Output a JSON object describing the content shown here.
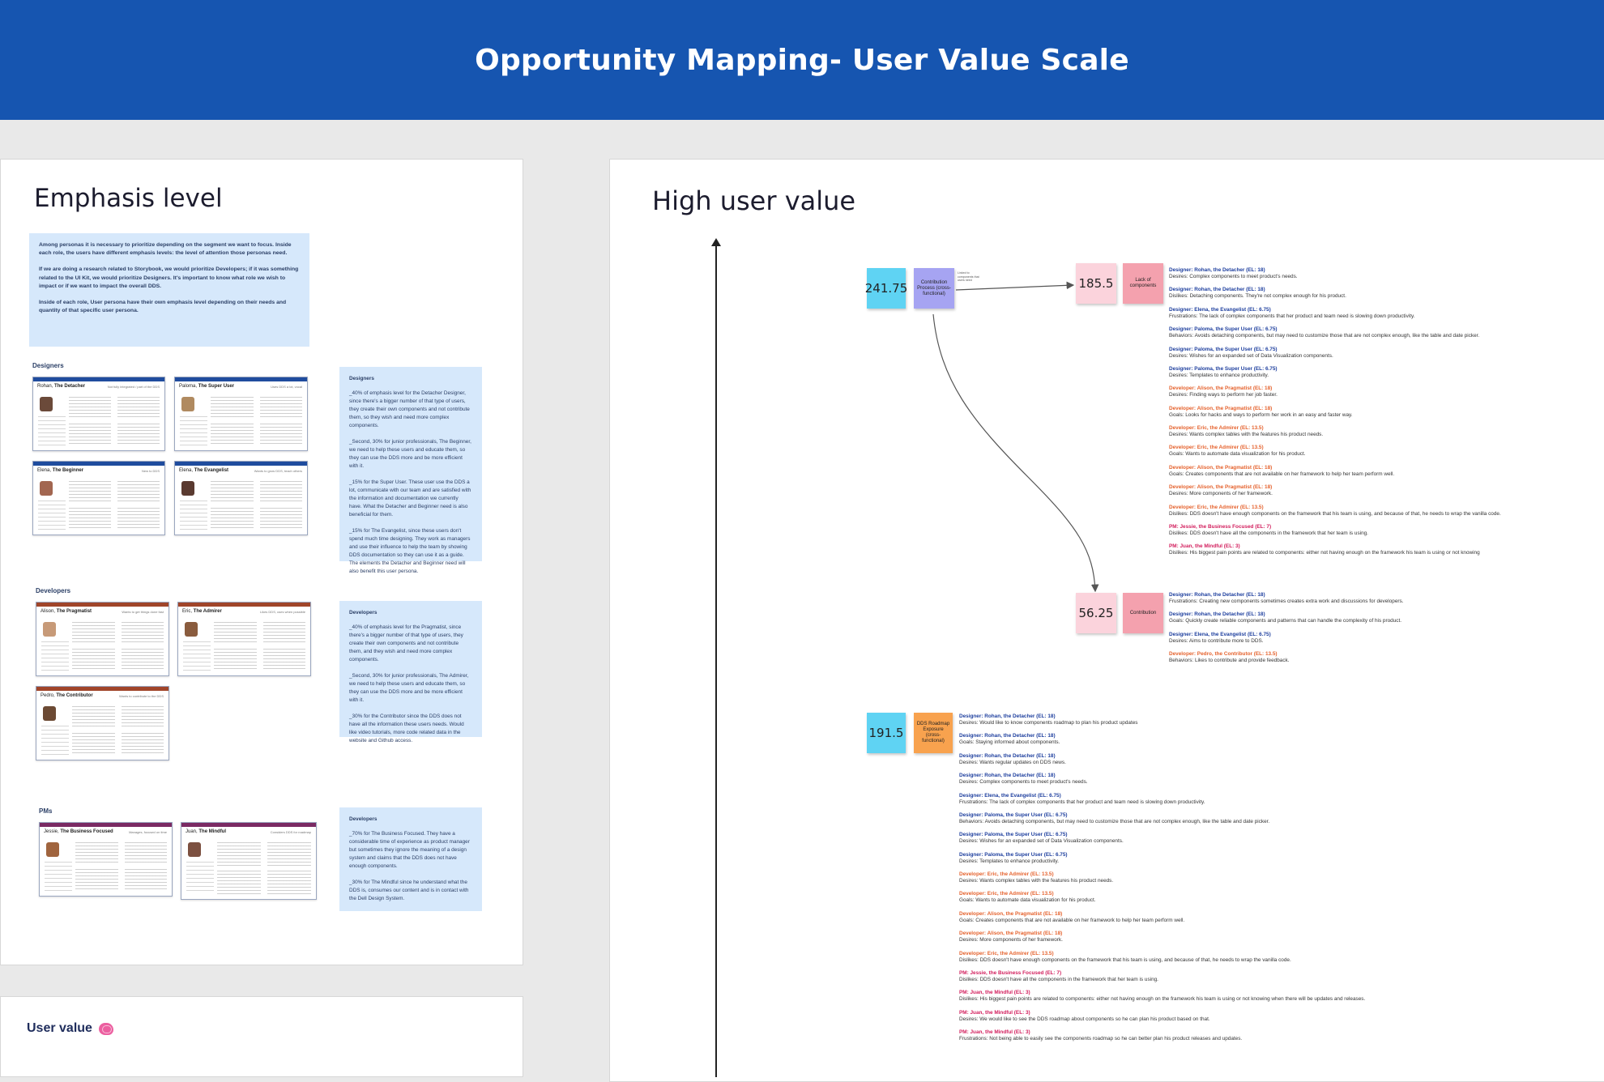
{
  "header": {
    "title": "Opportunity Mapping- User Value Scale"
  },
  "emphasis": {
    "title": "Emphasis level",
    "intro": [
      "Among personas it is necessary to prioritize depending on the segment we want to focus. Inside each role, the users have different emphasis levels: the level of attention those personas need.",
      "If we are doing a research related to Storybook, we would prioritize Developers; if it was something related to the UI Kit, we would prioritize Designers. It's important to know what role we wish to impact or if we want to impact the overall DDS.",
      "Inside of each role, User persona have their own emphasis level depending on their needs and quantity of that specific user persona."
    ],
    "groups": [
      {
        "label": "Designers"
      },
      {
        "label": "Developers"
      },
      {
        "label": "PMs"
      }
    ],
    "personas": [
      {
        "first": "Rohan,",
        "name": "The Detacher",
        "tag": "Not fully integrated / part of the DDS"
      },
      {
        "first": "Paloma,",
        "name": "The Super User",
        "tag": "Uses DDS a lot, vocal"
      },
      {
        "first": "Elena,",
        "name": "The Beginner",
        "tag": "New to DDS"
      },
      {
        "first": "Elena,",
        "name": "The Evangelist",
        "tag": "Wants to grow DDS, teach others"
      },
      {
        "first": "Alison,",
        "name": "The Pragmatist",
        "tag": "Wants to get things done fast"
      },
      {
        "first": "Eric,",
        "name": "The Admirer",
        "tag": "Likes DDS, uses when possible"
      },
      {
        "first": "Pedro,",
        "name": "The Contributor",
        "tag": "Wants to contribute to the DDS"
      },
      {
        "first": "Jessie,",
        "name": "The Business Focused",
        "tag": "Manages, focused on time"
      },
      {
        "first": "Juan,",
        "name": "The Mindful",
        "tag": "Considers DDS for roadmap"
      }
    ],
    "side_notes": [
      {
        "title": "Designers",
        "paras": [
          "_40% of emphasis level for the Detacher Designer, since there's a bigger number of that type of users, they create their own components and not contribute them, so they wish and need more complex components.",
          "_Second, 30% for junior professionals, The Beginner, we need to help these users and educate them, so they can use the DDS more and be more efficient with it.",
          "_15% for the Super User. These user use the DDS a lot, communicate with our team and are satisfied with the information and documentation we currently have. What the Detacher and Beginner need is also beneficial for them.",
          "_15% for The Evangelist, since these users don't spend much time designing. They work as managers and use their influence to help the team by showing DDS documentation so they can use it as a guide. The elements the Detacher and Beginner need will also benefit this user persona."
        ]
      },
      {
        "title": "Developers",
        "paras": [
          "_40% of emphasis level for the Pragmatist, since there's a bigger number of that type of users, they create their own components and not contribute them, and they wish and need more complex components.",
          "_Second, 30% for junior professionals, The Admirer, we need to help these users and educate them, so they can use the DDS more and be more efficient with it.",
          "_30% for the Contributor since the DDS does not have all the information these users needs. Would like video tutorials, more code related data in the website and Github access."
        ]
      },
      {
        "title": "Developers",
        "paras": [
          "_70% for The Business Focused. They have a considerable time of experience as product manager but sometimes they ignore the meaning of a design system and claims that the DDS does not have enough components.",
          "_30% for The Mindful since he understand what the DDS is, consumes our content and is in contact with the Dell Design System."
        ]
      }
    ]
  },
  "high_value": {
    "title": "High user value",
    "stickies": {
      "s241": "241.75",
      "contribution_process": "Contribution Process (cross-functional)",
      "arrow_note": "Linked to components that users need",
      "s185": "185.5",
      "lack": "Lack of components",
      "s56": "56.25",
      "contribution": "Contribution",
      "s191": "191.5",
      "roadmap": "DDS Roadmap Exposure (cross-functional)"
    },
    "notes_lack": [
      {
        "role": "designer",
        "who": "Designer: Rohan, the Detacher (EL: 18)",
        "what": "Desires: Complex components to meet product's needs."
      },
      {
        "role": "designer",
        "who": "Designer: Rohan, the Detacher (EL: 18)",
        "what": "Dislikes: Detaching components. They're not complex enough for his product."
      },
      {
        "role": "designer",
        "who": "Designer: Elena, the Evangelist (EL: 6.75)",
        "what": "Frustrations: The lack of complex components that her product and team need is slowing down productivity."
      },
      {
        "role": "designer",
        "who": "Designer: Paloma, the Super User (EL: 6.75)",
        "what": "Behaviors: Avoids detaching components, but may need to customize those that are not complex enough, like the table and date picker."
      },
      {
        "role": "designer",
        "who": "Designer: Paloma, the Super User (EL: 6.75)",
        "what": "Desires: Wishes for an expanded set of Data Visualization components."
      },
      {
        "role": "designer",
        "who": "Designer: Paloma, the Super User (EL: 6.75)",
        "what": "Desires: Templates to enhance productivity."
      },
      {
        "role": "developer",
        "who": "Developer: Alison, the Pragmatist (EL: 18)",
        "what": "Desires: Finding ways to perform her job faster."
      },
      {
        "role": "developer",
        "who": "Developer: Alison, the Pragmatist (EL: 18)",
        "what": "Goals: Looks for hacks and ways to perform her work in an easy and faster way."
      },
      {
        "role": "developer",
        "who": "Developer: Eric, the Admirer (EL: 13.5)",
        "what": "Desires: Wants complex tables with the features his product needs."
      },
      {
        "role": "developer",
        "who": "Developer: Eric, the Admirer (EL: 13.5)",
        "what": "Goals: Wants to automate data visualization for his product."
      },
      {
        "role": "developer",
        "who": "Developer: Alison, the Pragmatist (EL: 18)",
        "what": "Goals: Creates components that are not available on her framework to help her team perform well."
      },
      {
        "role": "developer",
        "who": "Developer: Alison, the Pragmatist (EL: 18)",
        "what": "Desires: More components of her framework."
      },
      {
        "role": "developer",
        "who": "Developer: Eric, the Admirer (EL: 13.5)",
        "what": "Dislikes: DDS doesn't have enough components on the framework that his team is using, and because of that, he needs to wrap the vanilla code."
      },
      {
        "role": "pm",
        "who": "PM: Jessie, the Business Focused (EL: 7)",
        "what": "Dislikes: DDS doesn't have all the components in the framework that her team is using."
      },
      {
        "role": "pm",
        "who": "PM: Juan, the Mindful (EL: 3)",
        "what": "Dislikes: His biggest pain points are related to components: either not having enough on the framework his team is using or not knowing"
      }
    ],
    "notes_contribution": [
      {
        "role": "designer",
        "who": "Designer: Rohan, the Detacher (EL: 18)",
        "what": "Frustrations: Creating new components sometimes creates extra work and discussions for developers."
      },
      {
        "role": "designer",
        "who": "Designer: Rohan, the Detacher (EL: 18)",
        "what": "Goals: Quickly create reliable components and patterns that can handle the complexity of his product."
      },
      {
        "role": "designer",
        "who": "Designer: Elena, the Evangelist (EL: 6.75)",
        "what": "Desires: Aims to contribute more to DDS."
      },
      {
        "role": "developer",
        "who": "Developer: Pedro, the Contributor (EL: 13.5)",
        "what": "Behaviors: Likes to contribute and provide feedback."
      }
    ],
    "notes_roadmap": [
      {
        "role": "designer",
        "who": "Designer: Rohan, the Detacher (EL: 18)",
        "what": "Desires: Would like to know components roadmap to plan his product updates"
      },
      {
        "role": "designer",
        "who": "Designer: Rohan, the Detacher (EL: 18)",
        "what": "Goals: Staying informed about components."
      },
      {
        "role": "designer",
        "who": "Designer: Rohan, the Detacher (EL: 18)",
        "what": "Desires: Wants regular updates on DDS news."
      },
      {
        "role": "designer",
        "who": "Designer: Rohan, the Detacher (EL: 18)",
        "what": "Desires: Complex components to meet product's needs."
      },
      {
        "role": "designer",
        "who": "Designer: Elena, the Evangelist (EL: 6.75)",
        "what": "Frustrations: The lack of complex components that her product and team need is slowing down productivity."
      },
      {
        "role": "designer",
        "who": "Designer: Paloma, the Super User (EL: 6.75)",
        "what": "Behaviors: Avoids detaching components, but may need to customize those that are not complex enough, like the table and date picker."
      },
      {
        "role": "designer",
        "who": "Designer: Paloma, the Super User (EL: 6.75)",
        "what": "Desires: Wishes for an expanded set of Data Visualization components."
      },
      {
        "role": "designer",
        "who": "Designer: Paloma, the Super User (EL: 6.75)",
        "what": "Desires: Templates to enhance productivity."
      },
      {
        "role": "developer",
        "who": "Developer: Eric, the Admirer (EL: 13.5)",
        "what": "Desires: Wants complex tables with the features his product needs."
      },
      {
        "role": "developer",
        "who": "Developer: Eric, the Admirer (EL: 13.5)",
        "what": "Goals: Wants to automate data visualization for his product."
      },
      {
        "role": "developer",
        "who": "Developer: Alison, the Pragmatist (EL: 18)",
        "what": "Goals: Creates components that are not available on her framework to help her team perform well."
      },
      {
        "role": "developer",
        "who": "Developer: Alison, the Pragmatist (EL: 18)",
        "what": "Desires: More components of her framework."
      },
      {
        "role": "developer",
        "who": "Developer: Eric, the Admirer (EL: 13.5)",
        "what": "Dislikes: DDS doesn't have enough components on the framework that his team is using, and because of that, he needs to wrap the vanilla code."
      },
      {
        "role": "pm",
        "who": "PM: Jessie, the Business Focused (EL: 7)",
        "what": "Dislikes: DDS doesn't have all the components in the framework that her team is using."
      },
      {
        "role": "pm",
        "who": "PM: Juan, the Mindful (EL: 3)",
        "what": "Dislikes: His biggest pain points are related to components: either not having enough on the framework his team is using or not knowing when there will be updates and releases."
      },
      {
        "role": "pm",
        "who": "PM: Juan, the Mindful (EL: 3)",
        "what": "Desires: We would like to see the DDS roadmap about components so he can plan his product based on that."
      },
      {
        "role": "pm",
        "who": "PM: Juan, the Mindful (EL: 3)",
        "what": "Frustrations: Not being able to easily see the components roadmap so he can better plan his product releases and updates."
      }
    ]
  },
  "bottom": {
    "title": "User value"
  },
  "colors": {
    "header_blue": "#1655b0",
    "sticky_blue": "#5fd3f3",
    "sticky_lavender": "#a6a4f2",
    "sticky_pink_light": "#fbd3dc",
    "sticky_pink": "#f4a1ae",
    "sticky_orange": "#f8a24e",
    "designer_blue": "#1e3f9e",
    "developer_orange": "#e5622d",
    "pm_pink": "#d21d5c"
  },
  "icons": {
    "bottom": "brain-icon"
  }
}
